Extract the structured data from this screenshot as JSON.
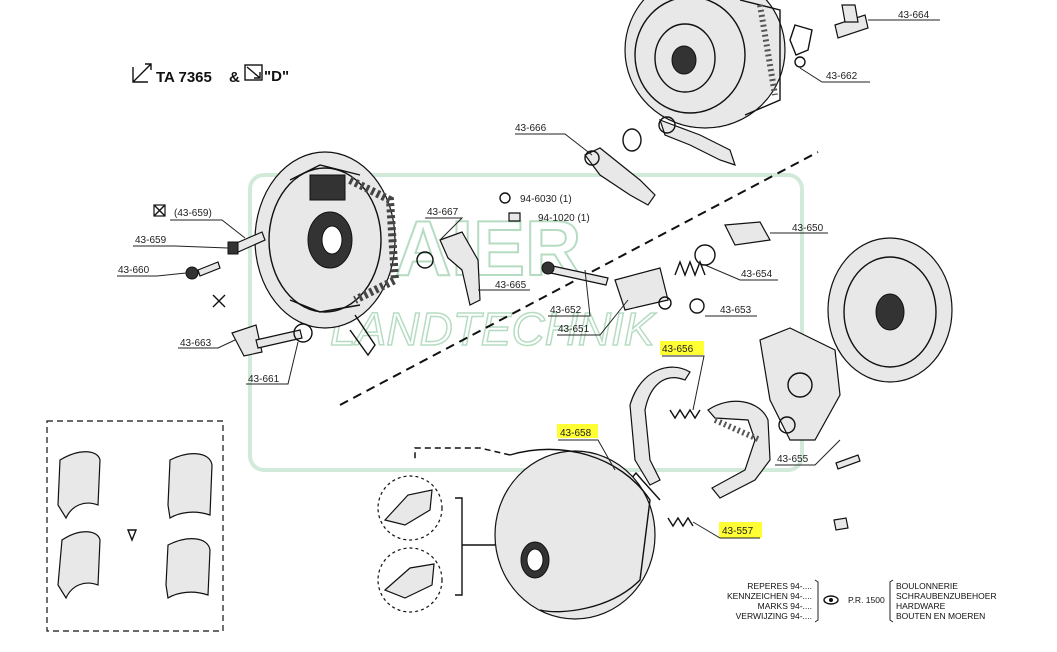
{
  "header": {
    "model_code": "TA 7365",
    "ampersand": "&",
    "variant": "\"D\""
  },
  "watermark": {
    "brand": "MAIER",
    "subtitle": "LANDTECHNIK"
  },
  "parts": {
    "p664": "43-664",
    "p662": "43-662",
    "p666": "43-666",
    "p667": "43-667",
    "p659a": "(43-659)",
    "p659": "43-659",
    "p660": "43-660",
    "p663": "43-663",
    "p661": "43-661",
    "p6030": "94-6030 (1)",
    "p1020": "94-1020 (1)",
    "p665": "43-665",
    "p650": "43-650",
    "p654": "43-654",
    "p652": "43-652",
    "p651": "43-651",
    "p653": "43-653",
    "p656": "43-656",
    "p658": "43-658",
    "p655": "43-655",
    "p557": "43-557"
  },
  "highlight_color": "#ffff33",
  "legend": {
    "left": [
      "REPERES 94-....",
      "KENNZEICHEN 94-....",
      "MARKS 94-....",
      "VERWIJZING 94-...."
    ],
    "ref": "P.R. 1500",
    "right": [
      "BOULONNERIE",
      "SCHRAUBENZUBEHOER",
      "HARDWARE",
      "BOUTEN EN MOEREN"
    ]
  }
}
